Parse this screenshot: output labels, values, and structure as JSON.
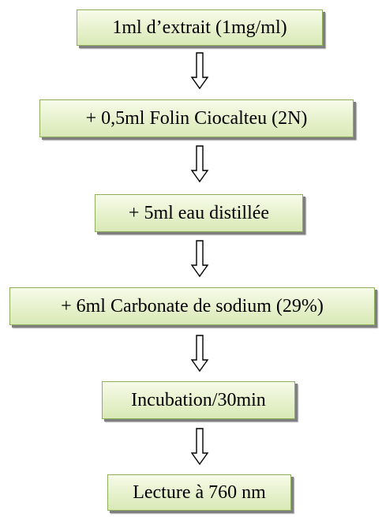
{
  "steps": [
    {
      "label": "1ml d’extrait (1mg/ml)"
    },
    {
      "label": "+ 0,5ml Folin Ciocalteu (2N)"
    },
    {
      "label": "+ 5ml eau distillée"
    },
    {
      "label": "+ 6ml Carbonate de sodium (29%)"
    },
    {
      "label": "Incubation/30min"
    },
    {
      "label": "Lecture à 760 nm"
    }
  ],
  "colors": {
    "box_fill_top": "#f6fbe9",
    "box_fill_bottom": "#d9e9b6",
    "box_border": "#8fb05a",
    "shadow": "#7f7f7f",
    "arrow_stroke": "#000000"
  },
  "icons": {
    "connector": "hollow-down-arrow-icon"
  }
}
